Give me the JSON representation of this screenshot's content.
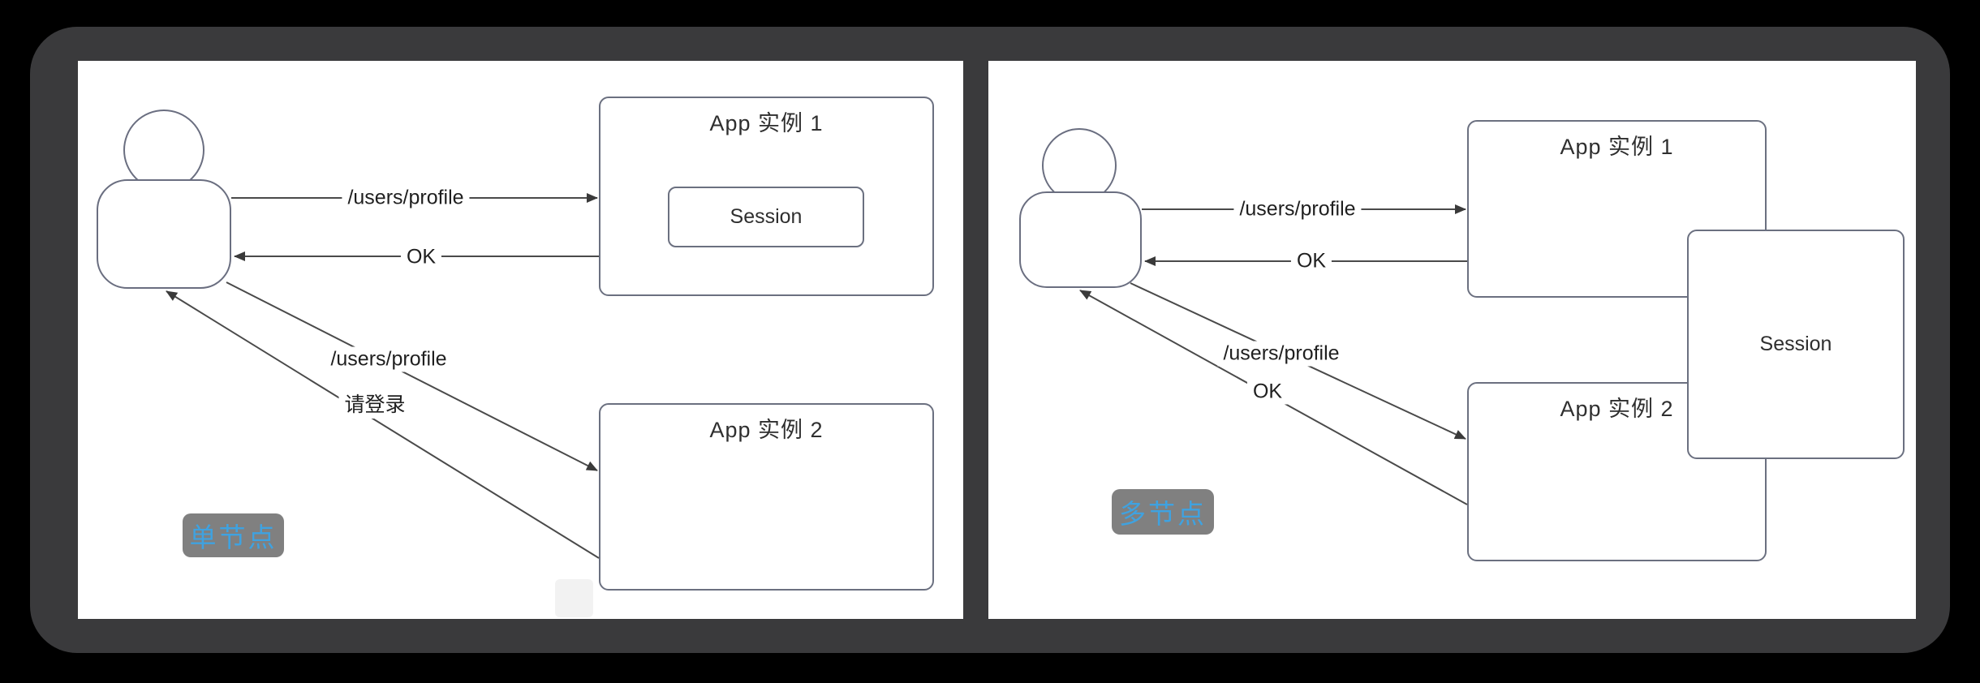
{
  "window": {
    "background": "#000000",
    "frame_color": "#3a3a3c",
    "canvas_color": "#ffffff"
  },
  "colors": {
    "accent_blue": "#3fa2e0",
    "badge_background": "#808080",
    "shape_border": "#6b7080",
    "arrow": "#4a4a4a",
    "text": "#2f2f2f"
  },
  "panels": [
    {
      "name": "single-node",
      "badge": {
        "label": "单节点"
      },
      "actor": {
        "type": "user-figure"
      },
      "boxes": [
        {
          "title": "App 实例 1",
          "inner": "Session"
        },
        {
          "title": "App 实例 2"
        }
      ],
      "arrows": [
        {
          "label": "/users/profile",
          "direction": "user-to-app1"
        },
        {
          "label": "OK",
          "direction": "app1-to-user"
        },
        {
          "label": "/users/profile",
          "direction": "user-to-app2"
        },
        {
          "label": "请登录",
          "direction": "app2-to-user"
        }
      ]
    },
    {
      "name": "multi-node",
      "badge": {
        "label": "多节点"
      },
      "actor": {
        "type": "user-figure"
      },
      "boxes": [
        {
          "title": "App 实例 1"
        },
        {
          "title": "App 实例 2"
        },
        {
          "title": "Session"
        }
      ],
      "arrows": [
        {
          "label": "/users/profile",
          "direction": "user-to-app1"
        },
        {
          "label": "OK",
          "direction": "app1-to-user"
        },
        {
          "label": "/users/profile",
          "direction": "user-to-app2"
        },
        {
          "label": "OK",
          "direction": "app2-to-user"
        }
      ]
    }
  ]
}
